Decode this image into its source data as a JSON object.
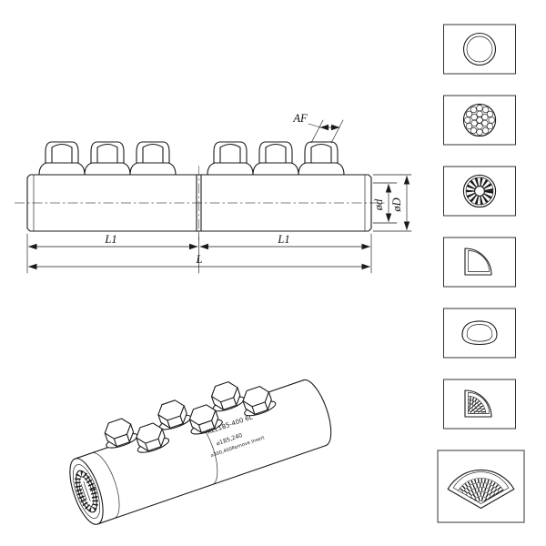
{
  "side_view": {
    "labels": {
      "af": "AF",
      "d_inner": "ød",
      "d_outer": "øD",
      "l1_left": "L1",
      "l1_right": "L1",
      "l_total": "L"
    }
  },
  "iso_view": {
    "part_number": "KLL185-400 6L",
    "marking_1": "⌀185,240",
    "marking_2": "⌀300,400Remove Insert"
  },
  "cross_sections": {
    "items": [
      {
        "icon": "round-solid-icon"
      },
      {
        "icon": "round-stranded-icon"
      },
      {
        "icon": "round-compacted-icon"
      },
      {
        "icon": "sector-solid-icon"
      },
      {
        "icon": "oval-conductor-icon"
      },
      {
        "icon": "sector-stranded-icon"
      },
      {
        "icon": "fan-stranded-icon"
      }
    ]
  },
  "colors": {
    "line": "#1a1a1a",
    "background": "#ffffff"
  }
}
